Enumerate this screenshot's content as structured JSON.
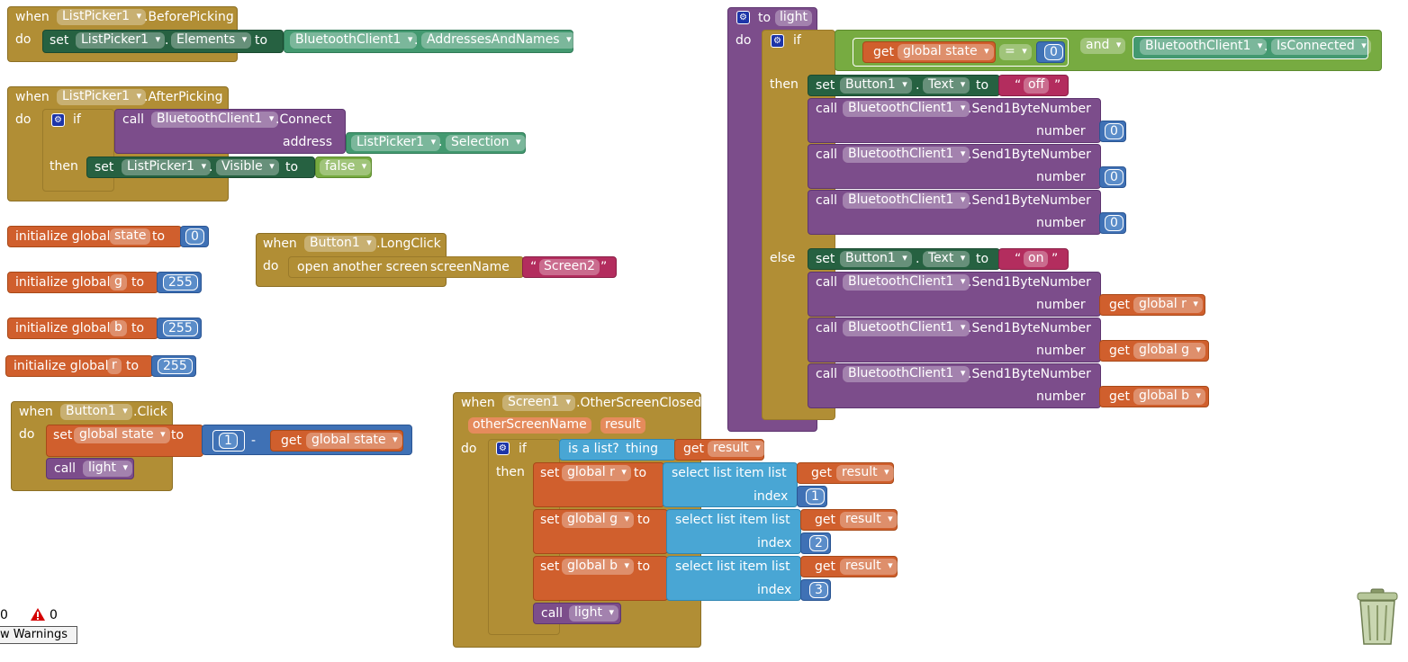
{
  "kw": {
    "when": "when",
    "do": "do",
    "set": "set",
    "to": "to",
    "call": "call",
    "if": "if",
    "then": "then",
    "else": "else",
    "and": "and",
    "get": "get",
    "eq": "=",
    "minus": "-",
    "number": "number",
    "address": "address",
    "index": "index",
    "list": "list",
    "thing": "thing",
    "init": "initialize global",
    "open_screen": "open another screen",
    "screen_name": "screenName",
    "is_list": "is a list?",
    "select_item": "select list item",
    "quote": "“",
    "quote_close": "”",
    "to_proc": "to"
  },
  "blocks": {
    "before_picking": {
      "component": "ListPicker1",
      "event": ".BeforePicking",
      "set_component": "ListPicker1",
      "set_prop": "Elements",
      "src_component": "BluetoothClient1",
      "src_prop": "AddressesAndNames"
    },
    "after_picking": {
      "component": "ListPicker1",
      "event": ".AfterPicking",
      "call_component": "BluetoothClient1",
      "method": ".Connect",
      "addr_component": "ListPicker1",
      "addr_prop": "Selection",
      "vis_component": "ListPicker1",
      "vis_prop": "Visible",
      "vis_value": "false"
    },
    "globals": [
      {
        "name": "state",
        "value": "0"
      },
      {
        "name": "g",
        "value": "255"
      },
      {
        "name": "b",
        "value": "255"
      },
      {
        "name": "r",
        "value": "255"
      }
    ],
    "long_click": {
      "component": "Button1",
      "event": ".LongClick",
      "screen": "Screen2"
    },
    "click": {
      "component": "Button1",
      "event": ".Click",
      "var": "global state",
      "one": "1",
      "get_var": "global state",
      "proc": "light"
    },
    "screen_closed": {
      "component": "Screen1",
      "event": ".OtherScreenClosed",
      "param1": "otherScreenName",
      "param2": "result",
      "get_result": "result",
      "rows": [
        {
          "var": "global r",
          "index": "1"
        },
        {
          "var": "global g",
          "index": "2"
        },
        {
          "var": "global b",
          "index": "3"
        }
      ],
      "proc": "light"
    },
    "light": {
      "name": "light",
      "cond_var": "global state",
      "cond_val": "0",
      "bt": "BluetoothClient1",
      "connected": "IsConnected",
      "button": "Button1",
      "prop": "Text",
      "off": "off",
      "on": "on",
      "send": ".Send1ByteNumber",
      "then_nums": [
        "0",
        "0",
        "0"
      ],
      "else_vars": [
        "global r",
        "global g",
        "global b"
      ]
    }
  },
  "status": {
    "warnings": "0",
    "errors": "0",
    "toggle_label": "w Warnings"
  },
  "icons": {
    "gear": "mutator-gear-icon",
    "warning": "warning-triangle-icon",
    "trash": "trash-can-icon"
  },
  "colors": {
    "event": "#b18e35",
    "component_set": "#266141",
    "component_get": "#439970",
    "procedure": "#7c4d8b",
    "variable": "#d05f2d",
    "math": "#3f71b5",
    "logic": "#77ab41",
    "list": "#49a6d4",
    "text": "#b32d5e"
  }
}
